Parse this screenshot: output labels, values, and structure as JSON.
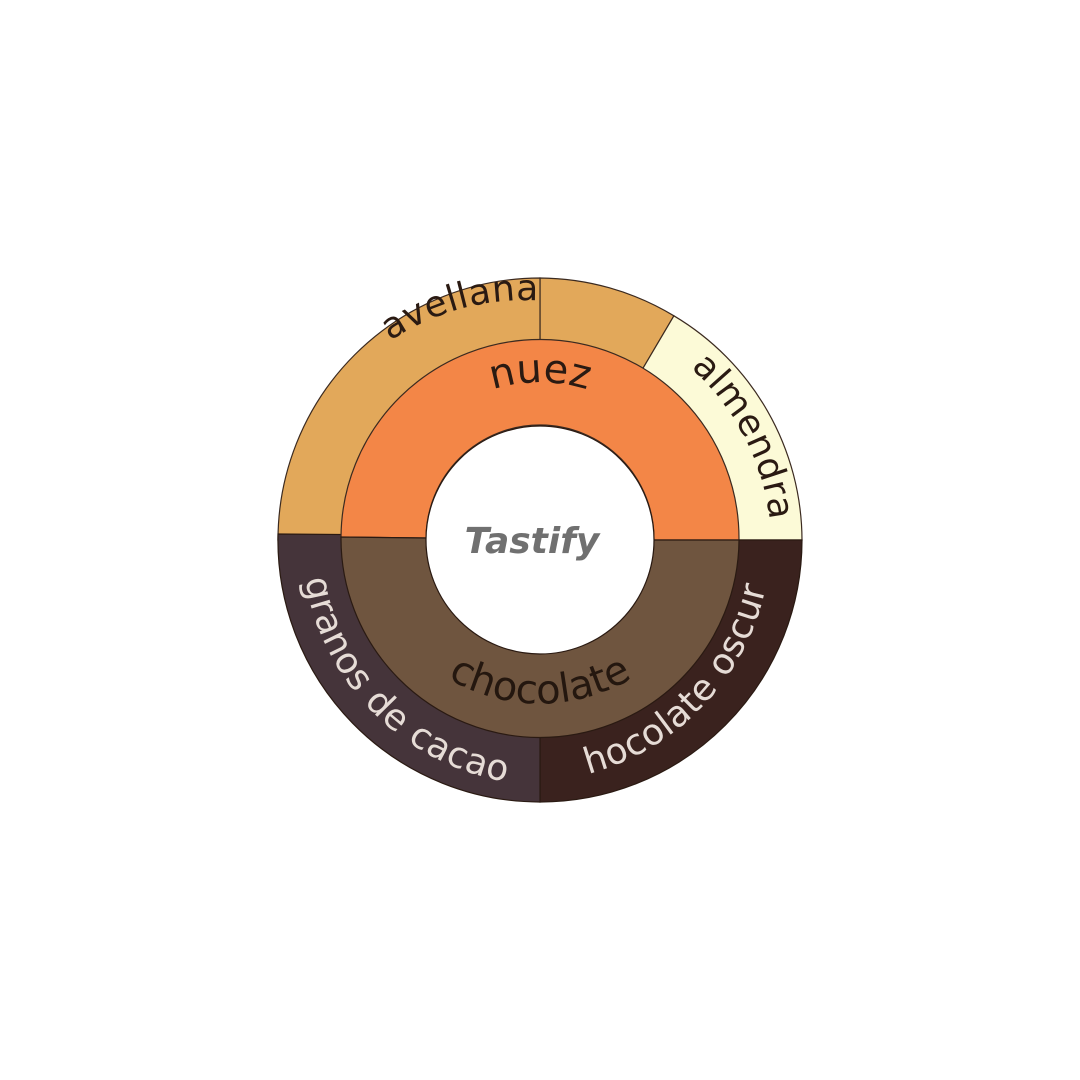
{
  "brand": {
    "name": "Tastify",
    "color": "#707070"
  },
  "wheel": {
    "inner": [
      {
        "label": "nuez",
        "color": "#F38647",
        "text_color": "#2a1a12"
      },
      {
        "label": "chocolate",
        "color": "#6F553F",
        "text_color": "#24170f"
      }
    ],
    "outer": [
      {
        "label": "avellana",
        "color": "#E2A85A",
        "text_color": "#2a1a12"
      },
      {
        "label": "almendra",
        "color": "#FCFAD7",
        "text_color": "#2a1a12"
      },
      {
        "label": "chocolate oscuro",
        "color": "#3A221E",
        "text_color": "#e6dcd6"
      },
      {
        "label": "granos de cacao",
        "color": "#45343A",
        "text_color": "#e6dcd6"
      }
    ]
  }
}
